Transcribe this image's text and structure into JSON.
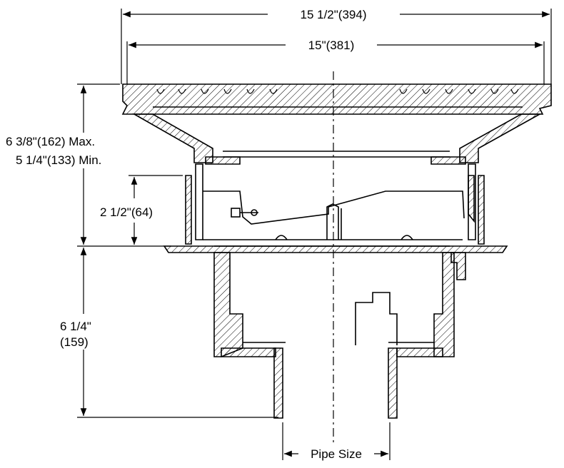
{
  "dimensions": {
    "overall_width": "15 1/2\"(394)",
    "grate_width": "15\"(381)",
    "height_max": "6 3/8\"(162) Max.",
    "height_min": "5 1/4\"(133) Min.",
    "adjustment": "2 1/2\"(64)",
    "body_height_line1": "6 1/4\"",
    "body_height_line2": "(159)",
    "pipe_size": "Pipe Size"
  }
}
